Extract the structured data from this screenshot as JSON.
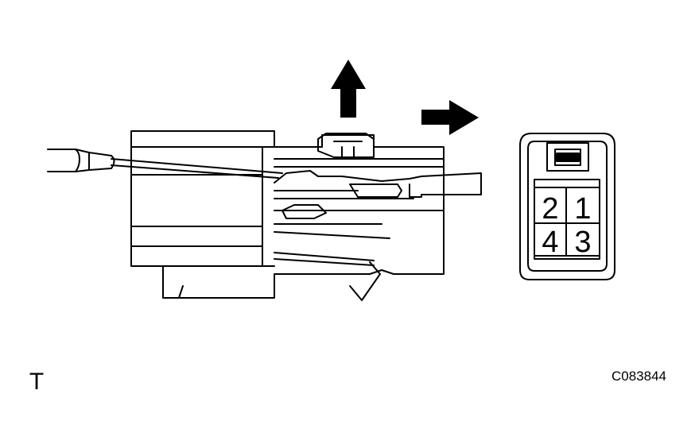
{
  "figure": {
    "code": "C083844",
    "corner_mark": "T"
  },
  "connector_face": {
    "pins": [
      "2",
      "1",
      "4",
      "3"
    ]
  },
  "colors": {
    "ink": "#000000",
    "background": "#ffffff"
  },
  "icons": {
    "arrow_up": "arrow-up-icon",
    "arrow_right": "arrow-right-icon"
  }
}
